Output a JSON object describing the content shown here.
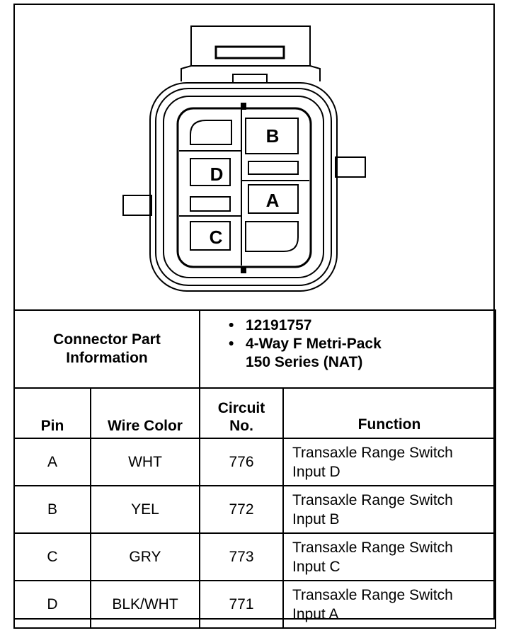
{
  "connector": {
    "cavities": [
      "B",
      "D",
      "A",
      "C"
    ]
  },
  "part_info": {
    "label_line1": "Connector Part",
    "label_line2": "Information",
    "bullet": "•",
    "part_number": "12191757",
    "description_line1": "4-Way F Metri-Pack",
    "description_line2": "150 Series (NAT)"
  },
  "table": {
    "headers": {
      "pin": "Pin",
      "wire_color": "Wire Color",
      "circuit_line1": "Circuit",
      "circuit_line2": "No.",
      "function": "Function"
    },
    "rows": [
      {
        "pin": "A",
        "wire_color": "WHT",
        "circuit": "776",
        "function_line1": "Transaxle Range Switch",
        "function_line2": "Input D"
      },
      {
        "pin": "B",
        "wire_color": "YEL",
        "circuit": "772",
        "function_line1": "Transaxle Range Switch",
        "function_line2": "Input B"
      },
      {
        "pin": "C",
        "wire_color": "GRY",
        "circuit": "773",
        "function_line1": "Transaxle Range Switch",
        "function_line2": "Input C"
      },
      {
        "pin": "D",
        "wire_color": "BLK/WHT",
        "circuit": "771",
        "function_line1": "Transaxle Range Switch",
        "function_line2": "Input A"
      }
    ]
  }
}
